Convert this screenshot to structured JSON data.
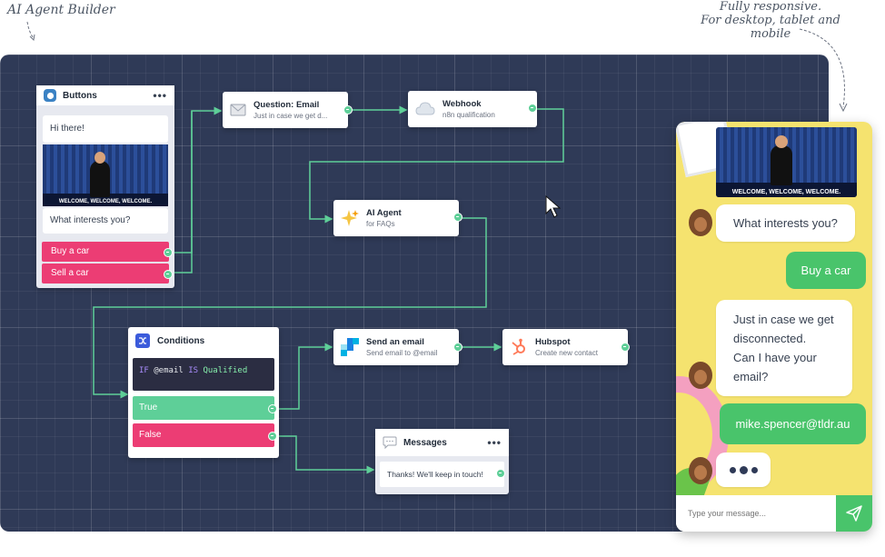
{
  "annotations": {
    "left": "AI Agent Builder",
    "right_line1": "Fully responsive.",
    "right_line2": "For desktop, tablet and mobile"
  },
  "colors": {
    "canvas": "#2f3a57",
    "accent_green": "#5ecf98",
    "pink": "#ec3d74",
    "chat_bg": "#f5e36f",
    "send_button": "#49c46b"
  },
  "buttons_node": {
    "title": "Buttons",
    "greeting": "Hi there!",
    "gif_caption": "WELCOME, WELCOME, WELCOME.",
    "question": "What interests you?",
    "options": [
      "Buy a car",
      "Sell a car"
    ],
    "icon": "chat-bubble-icon"
  },
  "question_email_node": {
    "title": "Question: Email",
    "subtitle": "Just in case we get d...",
    "icon": "envelope-icon"
  },
  "webhook_node": {
    "title": "Webhook",
    "subtitle": "n8n qualification",
    "icon": "cloud-icon"
  },
  "ai_agent_node": {
    "title": "AI Agent",
    "subtitle": "for FAQs",
    "icon": "sparkle-icon"
  },
  "conditions_node": {
    "title": "Conditions",
    "code_if": "IF",
    "code_var": "@email",
    "code_is": "IS",
    "code_value": "Qualified",
    "true_label": "True",
    "false_label": "False",
    "icon": "shuffle-icon"
  },
  "send_email_node": {
    "title": "Send an email",
    "subtitle": "Send email to @email",
    "icon": "sendgrid-icon"
  },
  "hubspot_node": {
    "title": "Hubspot",
    "subtitle": "Create new contact",
    "icon": "hubspot-icon"
  },
  "messages_node": {
    "title": "Messages",
    "message": "Thanks! We'll keep in touch!",
    "icon": "speech-icon"
  },
  "chat": {
    "gif_caption": "WELCOME, WELCOME, WELCOME.",
    "messages": [
      {
        "from": "bot",
        "text": "What interests you?"
      },
      {
        "from": "user",
        "text": "Buy a car"
      },
      {
        "from": "bot",
        "lines": [
          "Just in case we get",
          "disconnected.",
          "Can I have your",
          "email?"
        ]
      },
      {
        "from": "user",
        "text": "mike.spencer@tldr.au"
      },
      {
        "from": "bot",
        "typing": true
      }
    ],
    "input_placeholder": "Type your message...",
    "send_icon": "paper-plane-icon"
  }
}
